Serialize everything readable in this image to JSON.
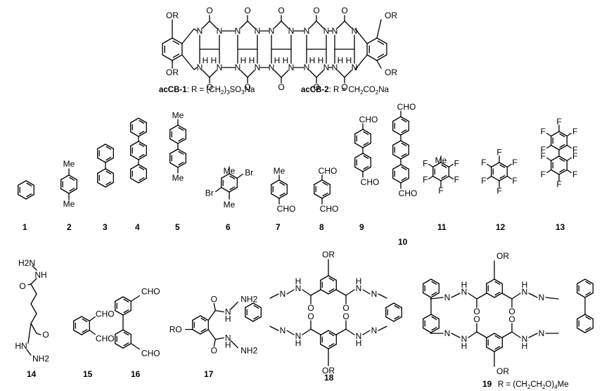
{
  "header": {
    "cap1_bold": "acCB-1",
    "cap1_a": ": R = (CH",
    "cap1_s1": "2",
    "cap1_b": ")",
    "cap1_s2": "3",
    "cap1_c": "SO",
    "cap1_s3": "3",
    "cap1_d": "Na",
    "cap2_bold": "acCB-2",
    "cap2_a": ": R = CH",
    "cap2_s1": "2",
    "cap2_b": "CO",
    "cap2_s2": "2",
    "cap2_c": "Na"
  },
  "atoms": {
    "O": "O",
    "N": "N",
    "H": "H",
    "OR": "OR",
    "RO": "RO",
    "Me": "Me",
    "Br": "Br",
    "F": "F",
    "CHO": "CHO",
    "NH": "NH",
    "HN": "HN",
    "H2N": "H2N",
    "NH2": "NH2"
  },
  "compounds": {
    "c1": "1",
    "c2": "2",
    "c3": "3",
    "c4": "4",
    "c5": "5",
    "c6": "6",
    "c7": "7",
    "c8": "8",
    "c9": "9",
    "c10": "10",
    "c11": "11",
    "c12": "12",
    "c13": "13",
    "c14": "14",
    "c15": "15",
    "c16": "16",
    "c17": "17",
    "c18": "18",
    "c19": "19"
  },
  "footnote": {
    "r_a": "R = (CH",
    "r_s1": "2",
    "r_b": "CH",
    "r_s2": "2",
    "r_c": "O)",
    "r_s3": "4",
    "r_d": "Me"
  }
}
